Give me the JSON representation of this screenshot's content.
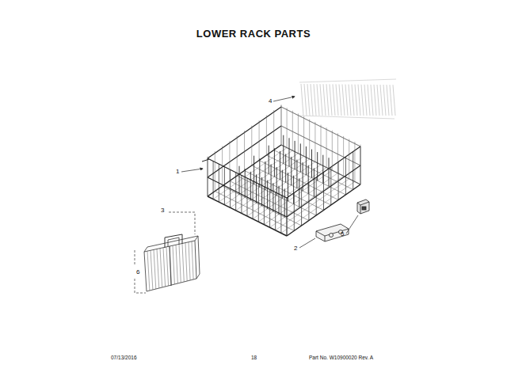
{
  "diagram": {
    "title": "LOWER RACK PARTS",
    "labels": [
      "4",
      "1",
      "3",
      "6",
      "2",
      "5",
      "07/13/2016",
      "18",
      "Part No. W10900020 Rev. A"
    ]
  }
}
